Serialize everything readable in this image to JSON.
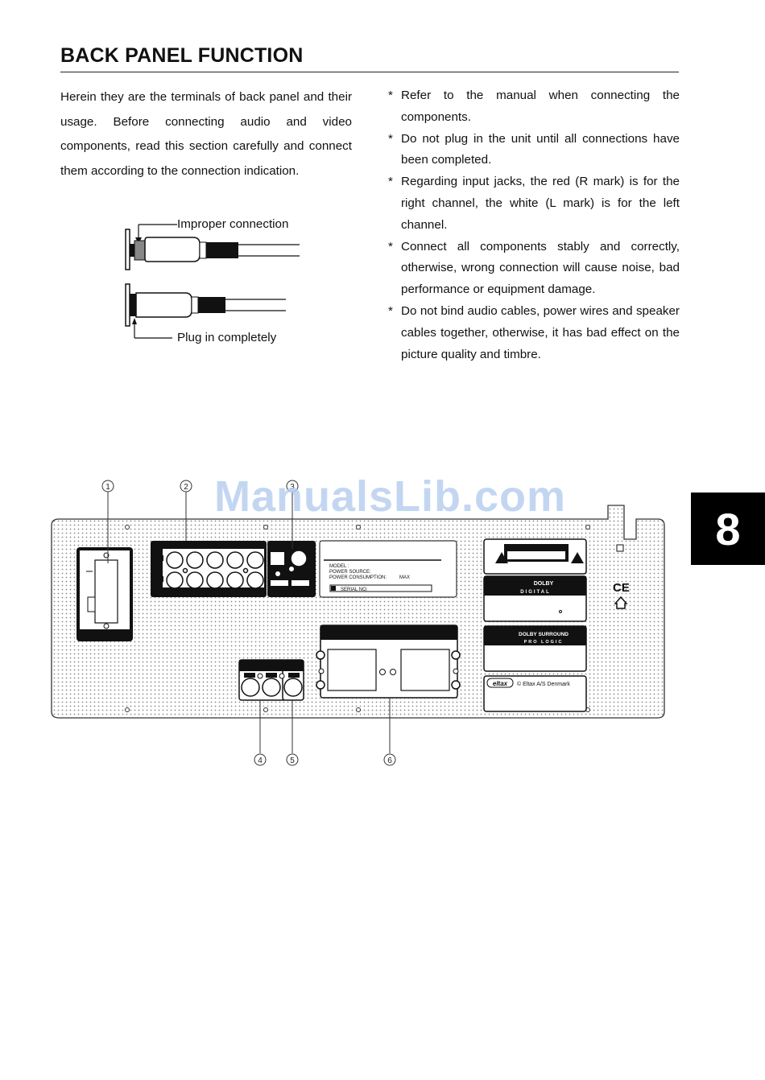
{
  "heading": "BACK PANEL FUNCTION",
  "intro": "Herein they are the terminals of back panel and their usage. Before connecting audio and video components, read this section carefully and connect them according to the connection indication.",
  "notes": [
    "Refer to the manual when connecting the components.",
    "Do not plug in the unit until all connections have been completed.",
    "Regarding input jacks, the red (R mark) is for the right channel, the white (L mark) is for the left channel.",
    "Connect all components stably and correctly, otherwise, wrong connection will cause noise, bad performance or equipment damage.",
    "Do not bind audio cables, power wires and speaker cables together, otherwise, it has bad effect on the picture quality and timbre."
  ],
  "note_marker": "*",
  "diagram": {
    "improper_label": "Improper connection",
    "proper_label": "Plug in completely"
  },
  "panel": {
    "callouts": [
      "1",
      "2",
      "3",
      "4",
      "5",
      "6"
    ],
    "rating_label": {
      "model": "MODEL :",
      "power_source": "POWER SOURCE:",
      "power_consumption": "POWER CONSUMPTION:",
      "max": "MAX",
      "serial": "SERIAL NO:"
    },
    "dolby_digital_top": "DOLBY",
    "dolby_digital_bottom": "DIGITAL",
    "dolby_surround_top": "DOLBY SURROUND",
    "dolby_surround_bottom": "PRO LOGIC",
    "eltax_logo": "eltax",
    "manufacturer": "© Eltax A/S Denmark",
    "ce_mark": "CE"
  },
  "chapter_tab": "8",
  "watermark": "ManualsLib.com"
}
